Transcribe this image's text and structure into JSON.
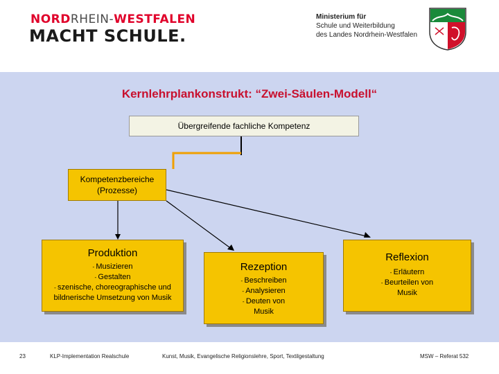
{
  "header": {
    "logo": {
      "line1_part1": "NORD",
      "line1_part2": "RHEIN-",
      "line1_part3": "WESTFALEN",
      "line2": "MACHT SCHULE."
    },
    "ministry": {
      "line1": "Ministerium für",
      "line2": "Schule und Weiterbildung",
      "line3": "des Landes Nordrhein-Westfalen"
    },
    "crest_icon": "nrw-crest-icon"
  },
  "main": {
    "title": "Kernlehrplankonstrukt: “Zwei-Säulen-Modell“",
    "top_box": "Übergreifende fachliche Kompetenz",
    "mid_box": {
      "line1": "Kompetenzbereiche",
      "line2": "(Prozesse)"
    },
    "columns": {
      "produktion": {
        "title": "Produktion",
        "items": [
          "Musizieren",
          "Gestalten",
          "szenische, choreographische und bildnerische Umsetzung von Musik"
        ]
      },
      "rezeption": {
        "title": "Rezeption",
        "items": [
          "Beschreiben",
          "Analysieren",
          "Deuten von Musik"
        ]
      },
      "reflexion": {
        "title": "Reflexion",
        "items": [
          "Erläutern",
          "Beurteilen von Musik"
        ]
      }
    }
  },
  "footer": {
    "page_number": "23",
    "left": "KLP-Implementation Realschule",
    "center": "Kunst, Musik, Evangelische Religionslehre, Sport, Textilgestaltung",
    "right": "MSW – Referat 532"
  },
  "colors": {
    "title_red": "#c8102e",
    "content_bg": "#ccd5f0",
    "box_yellow": "#f5c400",
    "top_box_bg": "#f3f3e4",
    "connector_orange": "#f0a000"
  }
}
